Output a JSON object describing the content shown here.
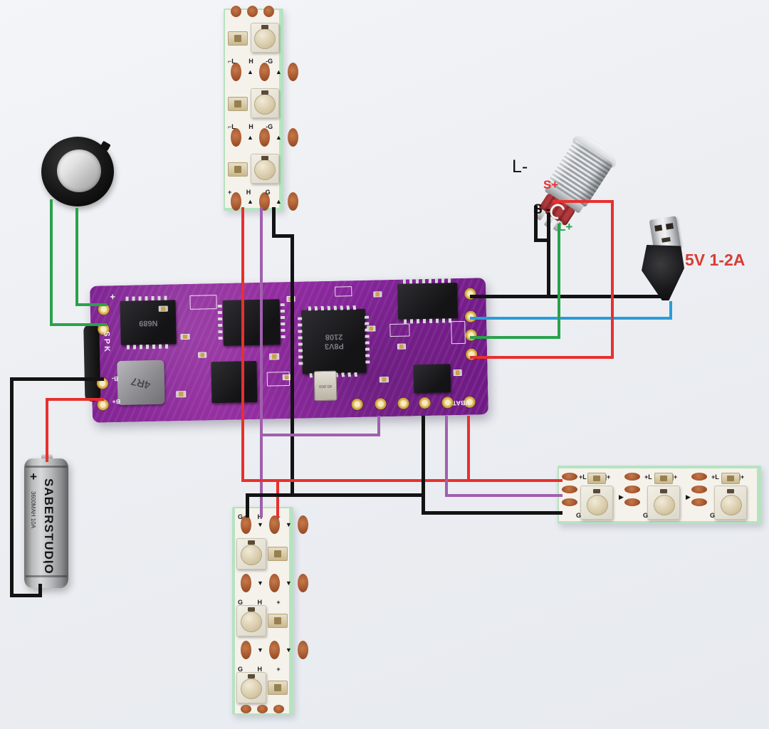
{
  "colors": {
    "wire_red": "#e8302e",
    "wire_black": "#131313",
    "wire_green": "#2aa24d",
    "wire_blue": "#2a9cd8",
    "wire_purple": "#a05fad",
    "pcb_purple": "#8a27a0",
    "strip_backing_green": "#b7e2c0",
    "copper_pad": "#a95a30",
    "usb_label_red": "#d93c34"
  },
  "usb": {
    "label": "5V 1-2A"
  },
  "button": {
    "s_plus": "S+",
    "l_minus": "L-",
    "s_minus": "S -",
    "l_plus": "L+"
  },
  "battery": {
    "brand": "SABERSTUDIO",
    "spec": "3600MAH 10A",
    "plus": "+",
    "minus": "−"
  },
  "board": {
    "spk_label": "SPK",
    "spk_plus": "+",
    "b_minus_label": "B-",
    "b_plus_label": "B+",
    "vbat_label": "VBAT",
    "main_chip_line1": "P8V3",
    "main_chip_line2": "2108",
    "amp_chip": "N689",
    "inductor": "4R7",
    "crystal": "40.000"
  },
  "strip": {
    "plus": "+",
    "gnd": "G",
    "din_left": "⌐L",
    "din_mid": "H",
    "g_right": "-G",
    "plus_l": "+L",
    "l_plus": "]+",
    "arrow_up": "▲",
    "arrow_down": "▼",
    "arrow_right": "▶"
  }
}
